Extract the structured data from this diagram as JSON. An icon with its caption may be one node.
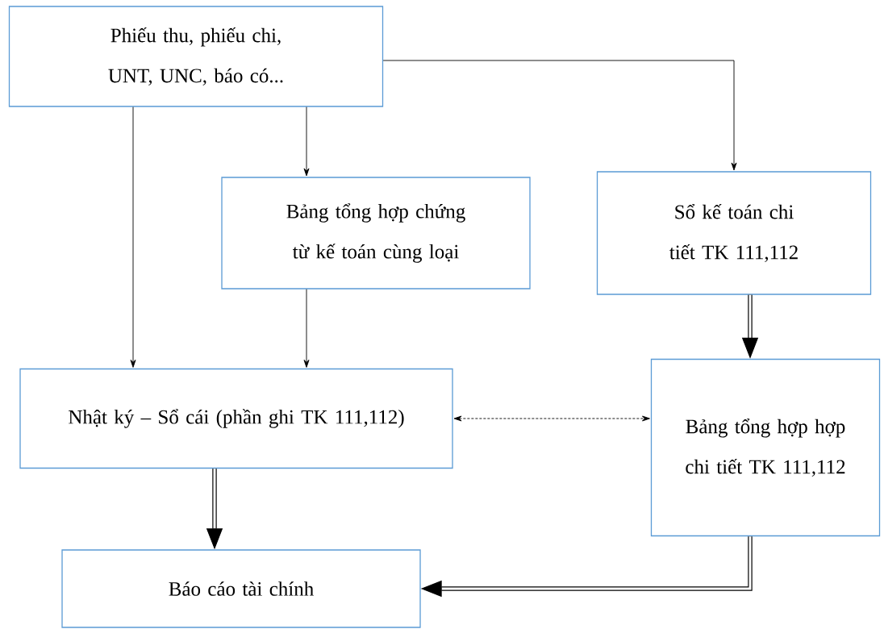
{
  "diagram": {
    "nodes": [
      {
        "text": [
          "Phiếu thu, phiếu chi, UNT, UNC, báo có..."
        ]
      },
      {
        "text": [
          "Bảng tổng hợp chứng từ kế toán cùng loại"
        ]
      },
      {
        "text": [
          "Sổ kế toán chi tiết TK 111,112"
        ]
      },
      {
        "text": [
          "Nhật ký – Sổ cái (phần ghi TK 111,112)"
        ]
      },
      {
        "text": [
          "Bảng tổng hợp hợp chi tiết TK 111,112"
        ]
      },
      {
        "text": [
          "Báo cáo tài chính"
        ]
      }
    ],
    "edges": [
      {
        "from": 0,
        "to": 3,
        "arrow": "to"
      },
      {
        "from": 0,
        "to": 1,
        "arrow": "to"
      },
      {
        "from": 0,
        "to": 2,
        "arrow": "to"
      },
      {
        "from": 1,
        "to": 3,
        "arrow": "to"
      },
      {
        "from": 2,
        "to": 4,
        "arrow": "to",
        "style": "thick"
      },
      {
        "from": 3,
        "to": 4,
        "arrow": "both",
        "style": "dashed"
      },
      {
        "from": 3,
        "to": 5,
        "arrow": "to",
        "style": "thick"
      },
      {
        "from": 4,
        "to": 5,
        "arrow": "to",
        "style": "thick"
      }
    ]
  }
}
